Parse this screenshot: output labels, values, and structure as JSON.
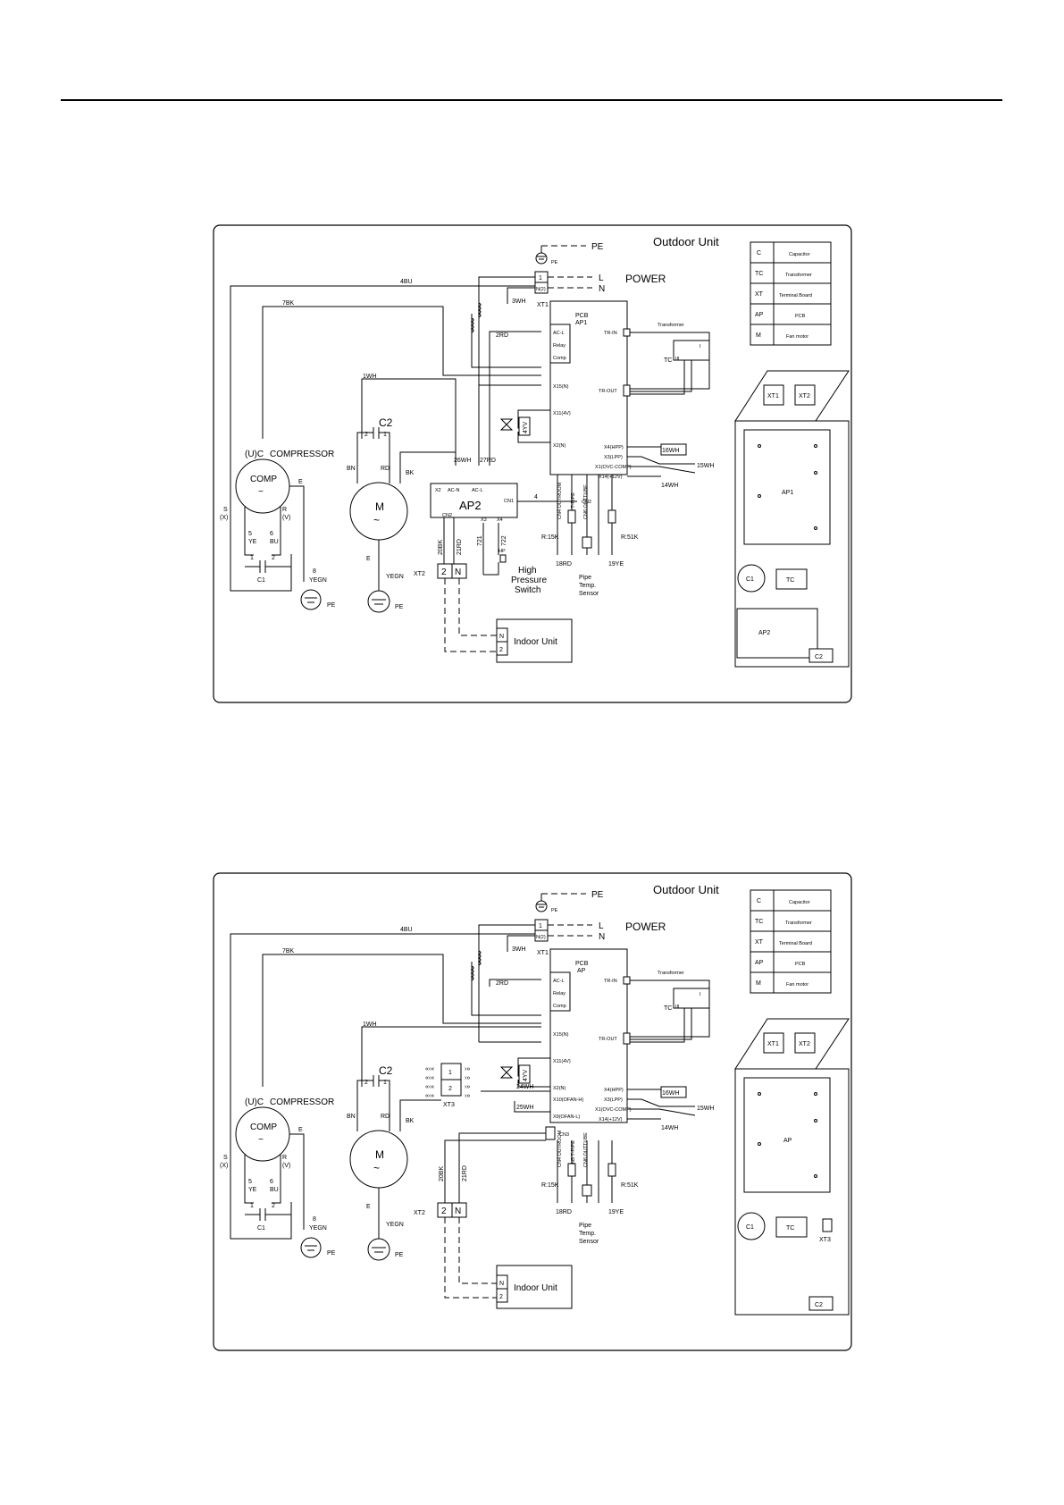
{
  "diagram1": {
    "title": "Outdoor Unit",
    "power": "POWER",
    "pe": "PE",
    "pe_small": "PE",
    "l": "L",
    "n": "N",
    "xt1": "XT1",
    "xt1_t1": "1",
    "xt1_t2": "N(2)",
    "w4bu": "4BU",
    "w7bk": "7BK",
    "w3wh": "3WH",
    "w2rd": "2RD",
    "w1wh": "1WH",
    "pcb": "PCB",
    "pcb_id": "AP1",
    "acl": "AC-L",
    "relay": "Relay",
    "comp": "Comp",
    "x15": "X15(N)",
    "x11": "X11(4V)",
    "x2n": "X2(N)",
    "tr_in": "TR-IN",
    "tr_out": "TR-OUT",
    "transformer": "Transformer",
    "tc": "TC",
    "tc_i": "I",
    "tc_ii": "II",
    "tc_iii": "III",
    "x4": "X4(HPP)",
    "x3": "X3(LPP)",
    "x1": "X1(OVC-COMP)",
    "x14": "X14(+12V)",
    "w16wh": "16WH",
    "w15wh": "15WH",
    "w14wh": "14WH",
    "cn1": "CN1",
    "cn2": "CN2",
    "four": "4",
    "cn_outroom": "CN4 OUTROOM",
    "cn_tube": "CN5 T-PIPE",
    "cn_outtube": "CN6 OUTTUBE",
    "r15k": "R:15K",
    "r51k": "R:51K",
    "w18rd": "18RD",
    "w19ye": "19YE",
    "pipe1": "Pipe",
    "pipe2": "Temp.",
    "pipe3": "Sensor",
    "yv": "4YV",
    "c2": "C2",
    "c2_2": "2",
    "c2_1": "1",
    "bn": "BN",
    "rd": "RD",
    "bk": "BK",
    "m": "M",
    "e": "E",
    "yegn": "YEGN",
    "uc": "(U)C",
    "compressor": "COMPRESSOR",
    "comp_label": "COMP",
    "s": "S",
    "sx": "(X)",
    "r": "R",
    "rv": "(V)",
    "five": "5",
    "six": "6",
    "ye": "YE",
    "bu": "BU",
    "c1_1": "1",
    "c1_2": "2",
    "c1": "C1",
    "eight": "8",
    "w26wh": "26WH",
    "w27rd": "27RD",
    "x2": "X2",
    "acn": "AC-N",
    "acl2": "AC-L",
    "ap2": "AP2",
    "cn2b": "CN2",
    "x3b": "X3",
    "x4b": "X4",
    "w721": "721",
    "w722": "722",
    "hp": "HP",
    "high1": "High",
    "high2": "Pressure",
    "high3": "Switch",
    "w20bk": "20BK",
    "w21rd": "21RD",
    "xt2": "XT2",
    "xt2_2": "2",
    "xt2_n": "N",
    "indoor": "Indoor Unit",
    "in_n": "N",
    "in_2": "2",
    "legend": [
      {
        "code": "C",
        "desc": "Capacitor"
      },
      {
        "code": "TC",
        "desc": "Transformer"
      },
      {
        "code": "XT",
        "desc": "Terminal Board"
      },
      {
        "code": "AP",
        "desc": "PCB"
      },
      {
        "code": "M",
        "desc": "Fan motor"
      }
    ],
    "lay_xt1": "XT1",
    "lay_xt2": "XT2",
    "lay_ap1": "AP1",
    "lay_c1": "C1",
    "lay_tc": "TC",
    "lay_ap2": "AP2",
    "lay_c2": "C2"
  },
  "diagram2": {
    "title": "Outdoor Unit",
    "power": "POWER",
    "pe": "PE",
    "pe_small": "PE",
    "l": "L",
    "n": "N",
    "xt1": "XT1",
    "xt1_t1": "1",
    "xt1_t2": "N(2)",
    "w4bu": "4BU",
    "w7bk": "7BK",
    "w3wh": "3WH",
    "w2rd": "2RD",
    "w1wh": "1WH",
    "pcb": "PCB",
    "pcb_id": "AP",
    "acl": "AC-L",
    "relay": "Relay",
    "comp": "Comp",
    "x15": "X15(N)",
    "x11": "X11(4V)",
    "x2n": "X2(N)",
    "x10": "X10(OFAN-H)",
    "x9": "X9(OFAN-L)",
    "w24wh": "24WH",
    "w25wh": "25WH",
    "cn3": "CN3",
    "xt3": "XT3",
    "xt3_1": "1",
    "xt3_2": "2",
    "tr_in": "TR-IN",
    "tr_out": "TR-OUT",
    "transformer": "Transformer",
    "tc": "TC",
    "tc_i": "I",
    "tc_ii": "II",
    "tc_iii": "III",
    "x4": "X4(HPP)",
    "x3": "X3(LPP)",
    "x1": "X1(OVC-COMP)",
    "x14": "X14(+12V)",
    "w16wh": "16WH",
    "w15wh": "15WH",
    "w14wh": "14WH",
    "cn_outroom": "CN4 OUTROOM",
    "cn_tube": "CN5 T-PIPE",
    "cn_outtube": "CN6 OUTTUBE",
    "r15k": "R:15K",
    "r51k": "R:51K",
    "w18rd": "18RD",
    "w19ye": "19YE",
    "pipe1": "Pipe",
    "pipe2": "Temp.",
    "pipe3": "Sensor",
    "yv": "4YV",
    "c2": "C2",
    "c2_2": "2",
    "c2_1": "1",
    "bn": "BN",
    "rd": "RD",
    "bk": "BK",
    "m": "M",
    "e": "E",
    "yegn": "YEGN",
    "uc": "(U)C",
    "compressor": "COMPRESSOR",
    "comp_label": "COMP",
    "s": "S",
    "sx": "(X)",
    "r": "R",
    "rv": "(V)",
    "five": "5",
    "six": "6",
    "ye": "YE",
    "bu": "BU",
    "c1_1": "1",
    "c1_2": "2",
    "c1": "C1",
    "eight": "8",
    "w20bk": "20BK",
    "w21rd": "21RD",
    "xt2": "XT2",
    "xt2_2": "2",
    "xt2_n": "N",
    "indoor": "Indoor Unit",
    "in_n": "N",
    "in_2": "2",
    "legend": [
      {
        "code": "C",
        "desc": "Capacitor"
      },
      {
        "code": "TC",
        "desc": "Transformer"
      },
      {
        "code": "XT",
        "desc": "Terminal Board"
      },
      {
        "code": "AP",
        "desc": "PCB"
      },
      {
        "code": "M",
        "desc": "Fan motor"
      }
    ],
    "lay_xt1": "XT1",
    "lay_xt2": "XT2",
    "lay_ap": "AP",
    "lay_c1": "C1",
    "lay_tc": "TC",
    "lay_xt3": "XT3",
    "lay_c2": "C2"
  }
}
